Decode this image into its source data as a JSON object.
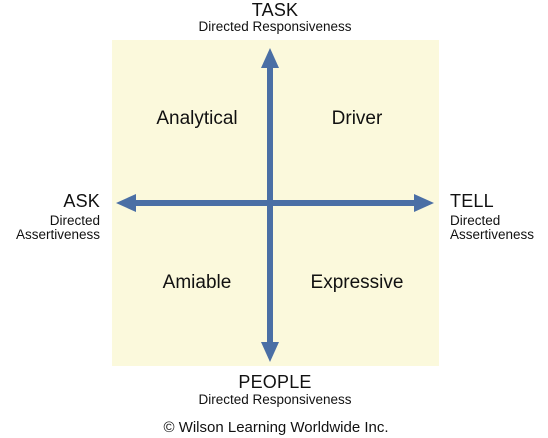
{
  "top": {
    "title": "TASK",
    "subtitle": "Directed Responsiveness"
  },
  "bottom": {
    "title": "PEOPLE",
    "subtitle": "Directed Responsiveness"
  },
  "left": {
    "title": "ASK",
    "subtitle_line1": "Directed",
    "subtitle_line2": "Assertiveness"
  },
  "right": {
    "title": "TELL",
    "subtitle_line1": "Directed",
    "subtitle_line2": "Assertiveness"
  },
  "quadrants": {
    "top_left": "Analytical",
    "top_right": "Driver",
    "bottom_left": "Amiable",
    "bottom_right": "Expressive"
  },
  "copyright": "© Wilson Learning Worldwide Inc.",
  "colors": {
    "background_panel": "#fbf9dc",
    "arrow": "#4a6fa5"
  }
}
